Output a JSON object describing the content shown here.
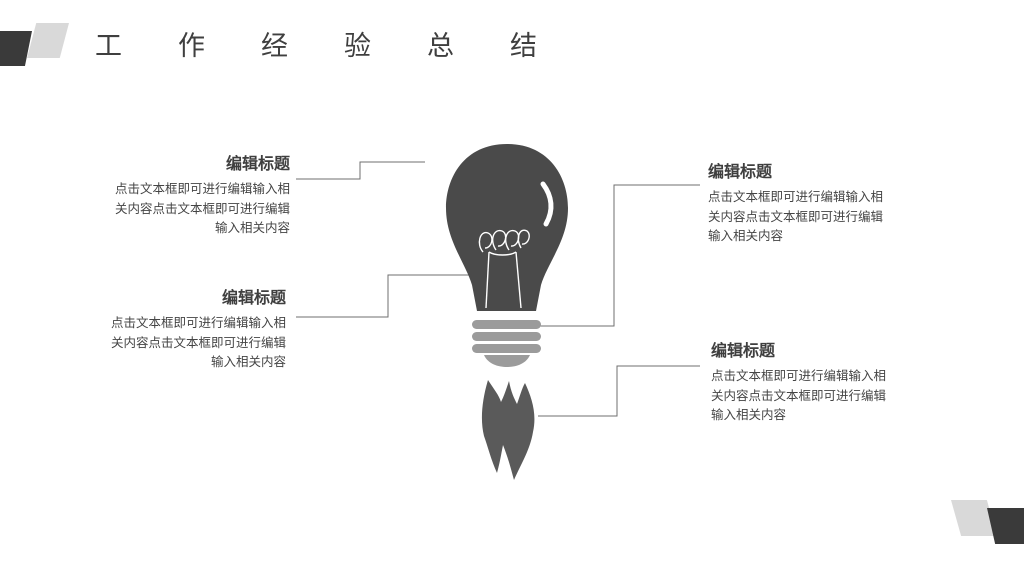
{
  "title": "工作经验总结",
  "colors": {
    "dark": "#3a3a3a",
    "bulb": "#4a4a4a",
    "base_gray": "#9b9b9b",
    "flame": "#5a5a5a",
    "light_gray": "#d9d9d9",
    "connector": "#6f6f6f"
  },
  "items": [
    {
      "heading": "编辑标题",
      "body": "点击文本框即可进行编辑输入相关内容点击文本框即可进行编辑输入相关内容"
    },
    {
      "heading": "编辑标题",
      "body": "点击文本框即可进行编辑输入相关内容点击文本框即可进行编辑输入相关内容"
    },
    {
      "heading": "编辑标题",
      "body": "点击文本框即可进行编辑输入相关内容点击文本框即可进行编辑输入相关内容"
    },
    {
      "heading": "编辑标题",
      "body": "点击文本框即可进行编辑输入相关内容点击文本框即可进行编辑输入相关内容"
    }
  ]
}
